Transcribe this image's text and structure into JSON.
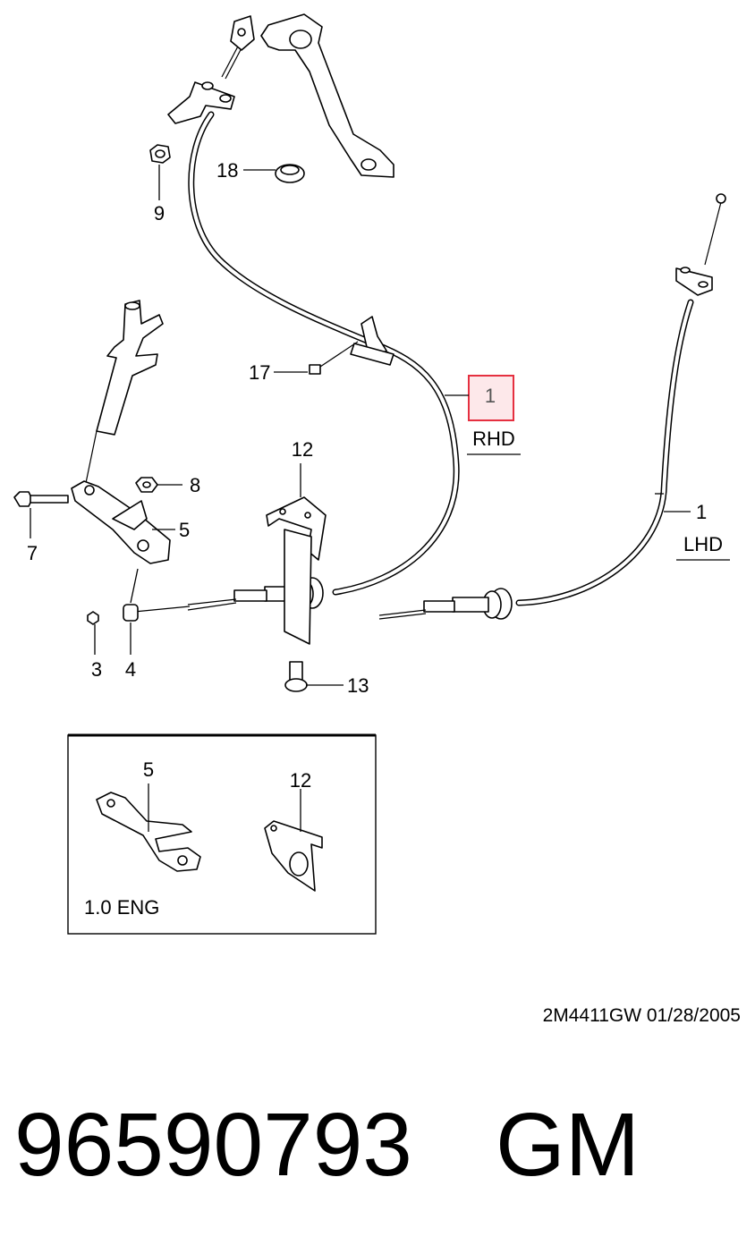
{
  "callouts": {
    "c1_rhd": "1",
    "c1_lhd": "1",
    "c3": "3",
    "c4": "4",
    "c5": "5",
    "c7": "7",
    "c8": "8",
    "c9": "9",
    "c12": "12",
    "c13": "13",
    "c17": "17",
    "c18": "18"
  },
  "labels": {
    "rhd": "RHD",
    "lhd": "LHD"
  },
  "inset": {
    "callout_5": "5",
    "callout_12": "12",
    "caption": "1.0 ENG"
  },
  "footer": {
    "drawing_code": "2M4411GW  01/28/2005",
    "part_number": "96590793",
    "brand": "GM"
  },
  "colors": {
    "highlight_border": "#e53040",
    "highlight_fill": "#fde8ea",
    "line": "#000000"
  }
}
